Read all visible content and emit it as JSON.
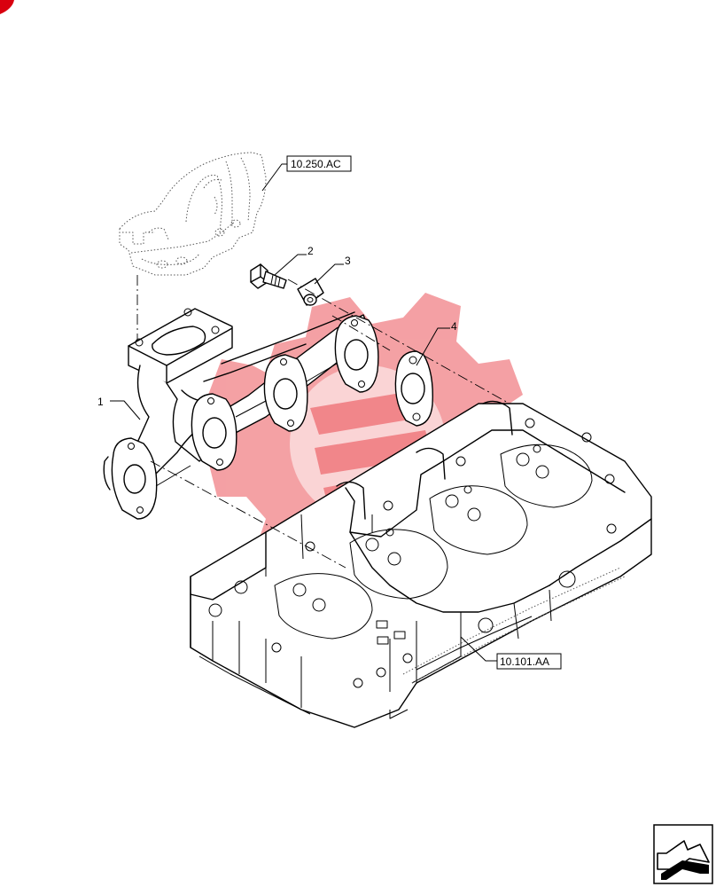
{
  "callouts": [
    {
      "id": "1"
    },
    {
      "id": "2"
    },
    {
      "id": "3"
    },
    {
      "id": "4"
    }
  ],
  "references": {
    "upper": "10.250.AC",
    "lower": "10.101.AA"
  },
  "icons": {
    "corner_mark": "red-corner-mark-icon",
    "watermark": "gear-watermark-icon",
    "nav": "next-page-arrow-icon"
  },
  "colors": {
    "line": "#000000",
    "watermark": "#e8343c",
    "corner_mark": "#d9000f"
  }
}
